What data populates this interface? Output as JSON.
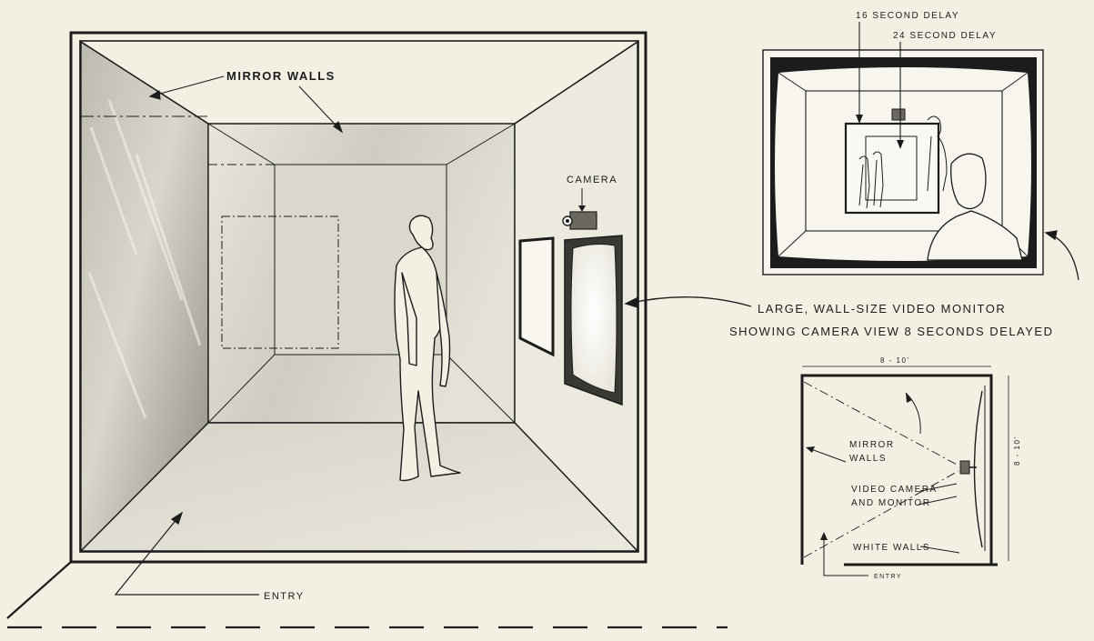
{
  "colors": {
    "background": "#f3f0e3",
    "ink": "#1c1c1c"
  },
  "room_drawing": {
    "label_mirror_walls": "MIRROR WALLS",
    "label_camera": "CAMERA",
    "label_entry": "ENTRY"
  },
  "monitor_inset": {
    "label_16_delay": "16 SECOND DELAY",
    "label_24_delay": "24 SECOND DELAY"
  },
  "caption": {
    "line1": "LARGE, WALL-SIZE VIDEO MONITOR",
    "line2": "SHOWING CAMERA VIEW 8 SECONDS DELAYED"
  },
  "floor_plan": {
    "dim_width": "8 - 10'",
    "dim_depth": "8 - 10'",
    "label_mirror_1": "MIRROR",
    "label_mirror_2": "WALLS",
    "label_camera_1": "VIDEO CAMERA",
    "label_camera_2": "AND MONITOR",
    "label_white_walls": "WHITE WALLS",
    "label_entry": "ENTRY"
  }
}
